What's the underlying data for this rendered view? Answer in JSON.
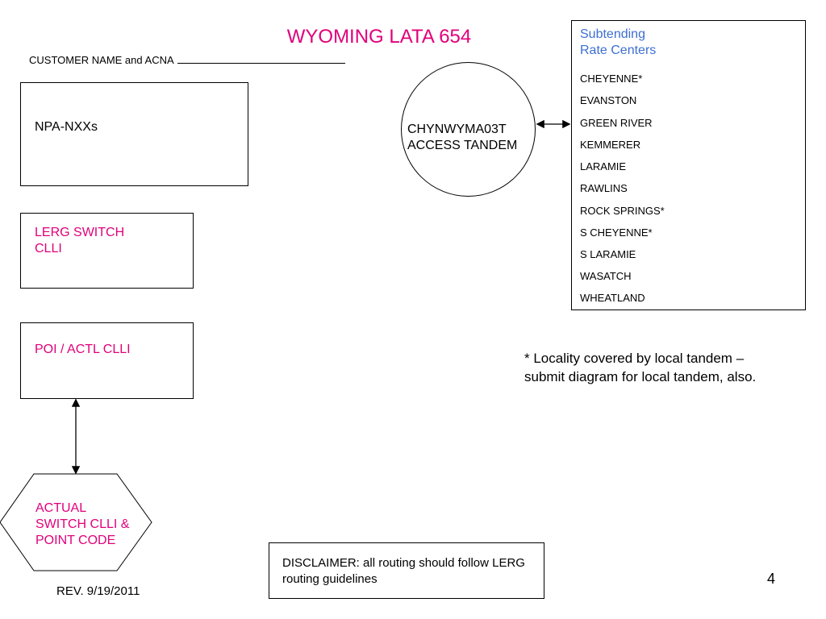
{
  "title": "WYOMING LATA 654",
  "customer": {
    "label": "CUSTOMER NAME and ACNA"
  },
  "boxes": {
    "npa": "NPA-NXXs",
    "lerg_line1": "LERG SWITCH",
    "lerg_line2": "CLLI",
    "poi": "POI / ACTL CLLI",
    "actual_line1": "ACTUAL",
    "actual_line2": "SWITCH CLLI &",
    "actual_line3": "POINT CODE"
  },
  "tandem": {
    "line1": "CHYNWYMA03T",
    "line2": "ACCESS TANDEM"
  },
  "rate_centers": {
    "header_line1": "Subtending",
    "header_line2": "Rate Centers",
    "items": [
      "CHEYENNE*",
      "EVANSTON",
      "GREEN RIVER",
      "KEMMERER",
      "LARAMIE",
      "RAWLINS",
      "ROCK SPRINGS*",
      "S CHEYENNE*",
      "S LARAMIE",
      "WASATCH",
      "WHEATLAND"
    ]
  },
  "note": {
    "line1": "* Locality covered by local tandem –",
    "line2": "submit diagram for local tandem, also."
  },
  "disclaimer": "DISCLAIMER: all routing should follow LERG routing guidelines",
  "revision": "REV. 9/19/2011",
  "page_number": "4",
  "colors": {
    "accent": "#e0007a",
    "header_blue": "#3d6fd1"
  }
}
